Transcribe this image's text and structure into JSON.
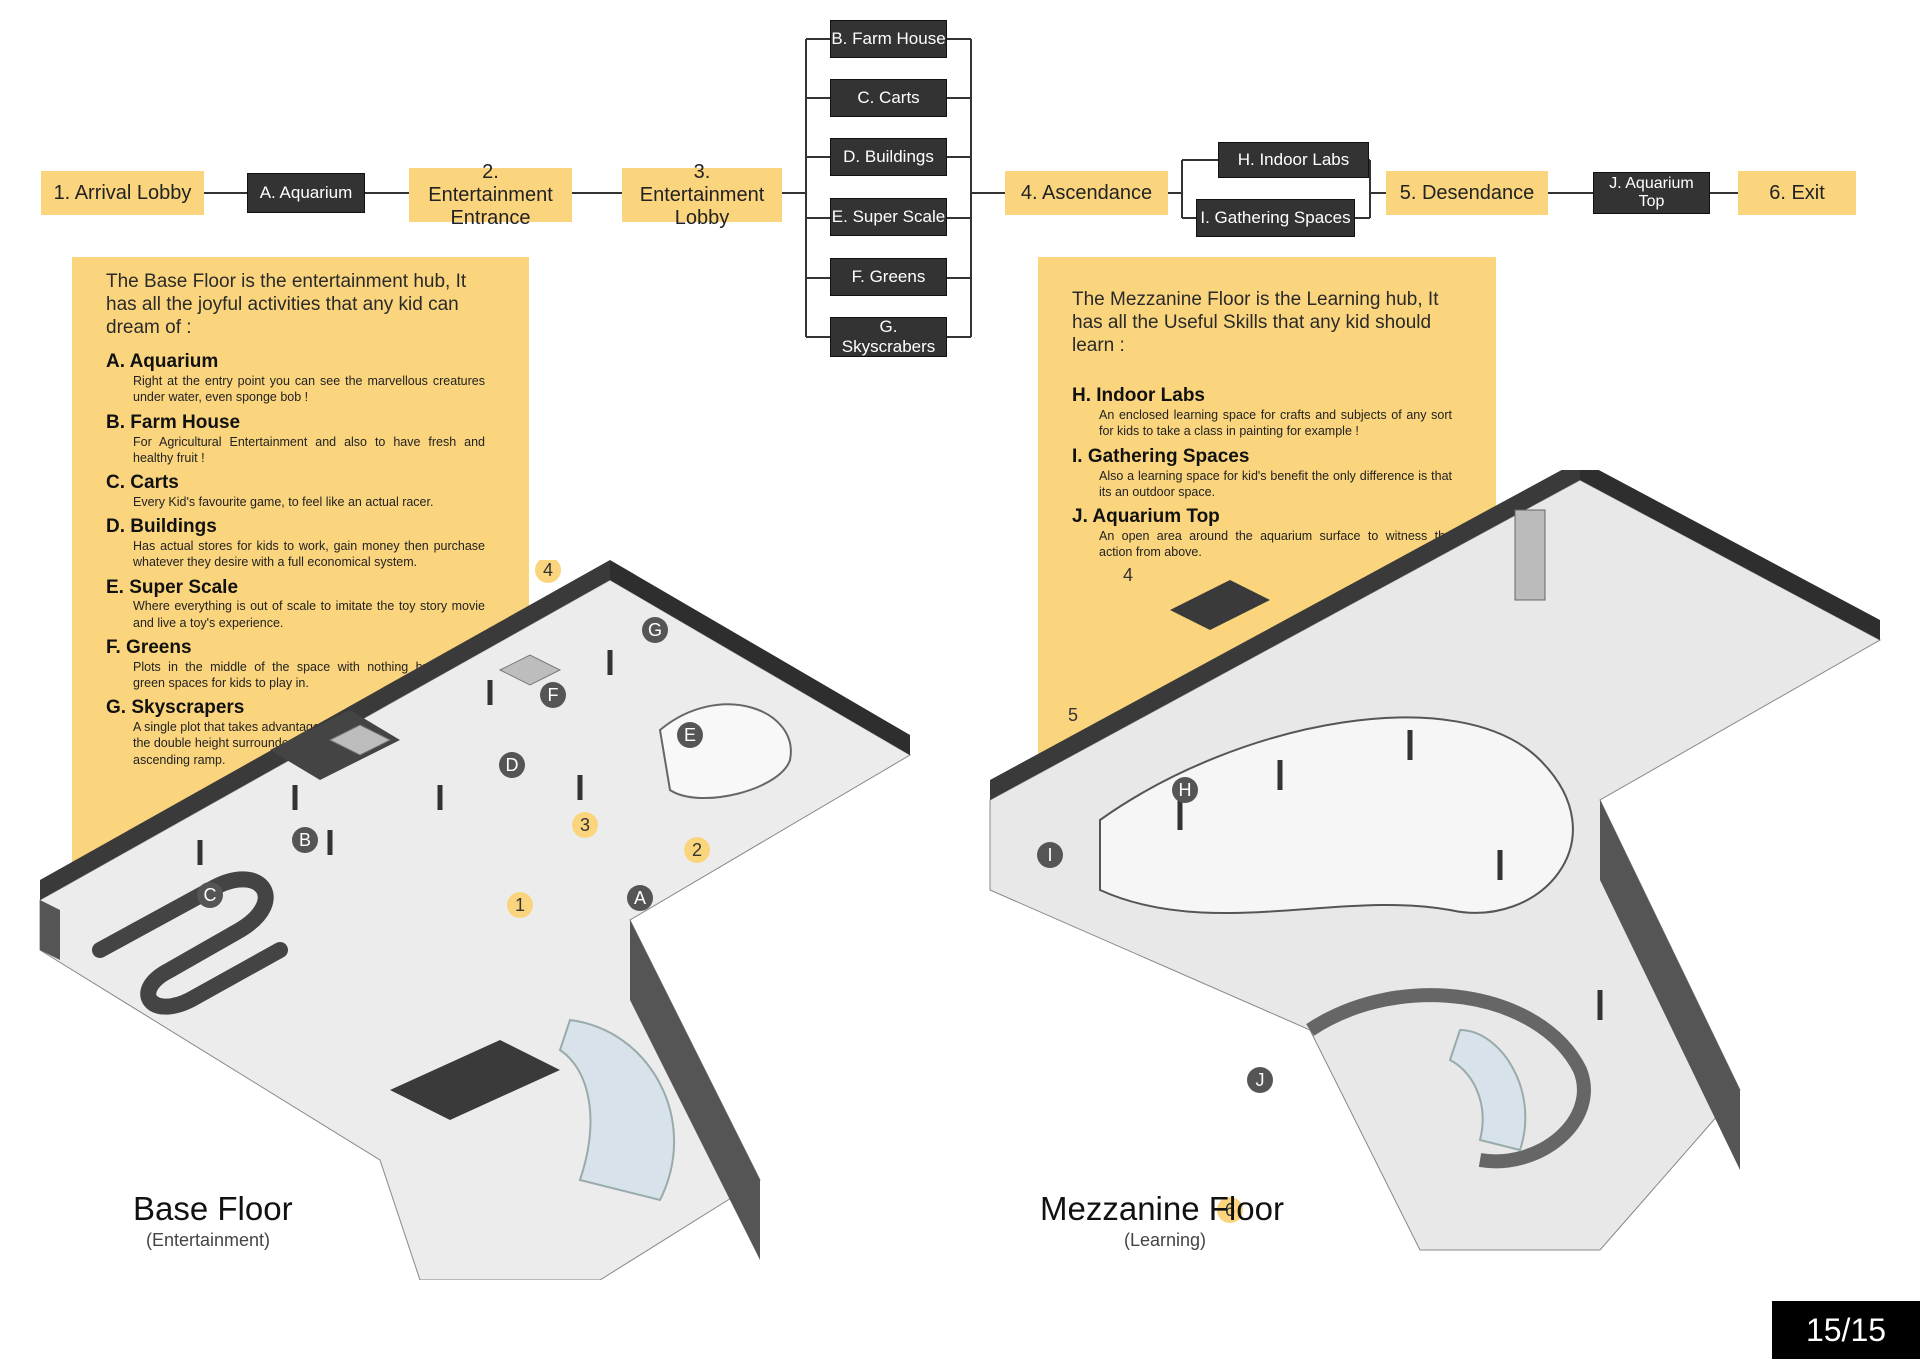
{
  "flow": {
    "arrival_lobby": "1. Arrival Lobby",
    "aquarium": "A. Aquarium",
    "entertainment_entrance": "2. Entertainment Entrance",
    "entertainment_lobby": "3. Entertainment Lobby",
    "branches": [
      "B. Farm House",
      "C. Carts",
      "D. Buildings",
      "E. Super Scale",
      "F. Greens",
      "G. Skyscrabers"
    ],
    "ascendance": "4. Ascendance",
    "indoor_labs": "H. Indoor Labs",
    "gathering_spaces": "I. Gathering Spaces",
    "desendance": "5. Desendance",
    "aquarium_top": "J. Aquarium Top",
    "exit": "6. Exit"
  },
  "base_panel": {
    "intro": "The Base Floor is the entertainment hub, It has all the joyful activities that any kid can dream of :",
    "items": [
      {
        "title": "A. Aquarium",
        "desc": "Right at the entry point you can see the marvellous creatures under water, even sponge bob !"
      },
      {
        "title": "B. Farm House",
        "desc": "For Agricultural Entertainment and also to have fresh and healthy fruit !"
      },
      {
        "title": "C. Carts",
        "desc": "Every Kid's favourite game, to feel like an actual racer."
      },
      {
        "title": "D. Buildings",
        "desc": "Has actual stores for kids to work, gain money then purchase whatever they desire with a full economical system."
      },
      {
        "title": "E. Super Scale",
        "desc": "Where everything is out of scale to imitate the toy story movie and live a toy's experience."
      },
      {
        "title": "F. Greens",
        "desc": "Plots in the middle of the space with nothing but green spaces for kids to play in."
      },
      {
        "title": "G. Skyscrapers",
        "desc": "A single plot that takes advantage of the double height surrounded by the ascending ramp."
      }
    ]
  },
  "mezz_panel": {
    "intro": "The Mezzanine Floor is the Learning hub, It has all the Useful Skills that any kid should learn :",
    "items": [
      {
        "title": "H. Indoor Labs",
        "desc": "An enclosed learning space for crafts and subjects of any sort for kids to take a class in painting for example !"
      },
      {
        "title": "I. Gathering Spaces",
        "desc": "Also a learning space for kid's benefit the only difference is that its an outdoor space."
      },
      {
        "title": "J. Aquarium Top",
        "desc": "An open area around the aquarium surface to witness the action from above."
      }
    ]
  },
  "base_floor": {
    "title": "Base Floor",
    "subtitle": "(Entertainment)",
    "markers": [
      "1",
      "2",
      "3",
      "4",
      "A",
      "B",
      "C",
      "D",
      "E",
      "F",
      "G"
    ]
  },
  "mezz_floor": {
    "title": "Mezzanine Floor",
    "subtitle": "(Learning)",
    "markers": [
      "4",
      "5",
      "6",
      "H",
      "I",
      "J"
    ]
  },
  "page_number": "15/15",
  "colors": {
    "accent_yellow": "#fbd57d",
    "dark_box": "#333333",
    "wall_dark": "#3a3a3a",
    "floor_light": "#ececec"
  }
}
